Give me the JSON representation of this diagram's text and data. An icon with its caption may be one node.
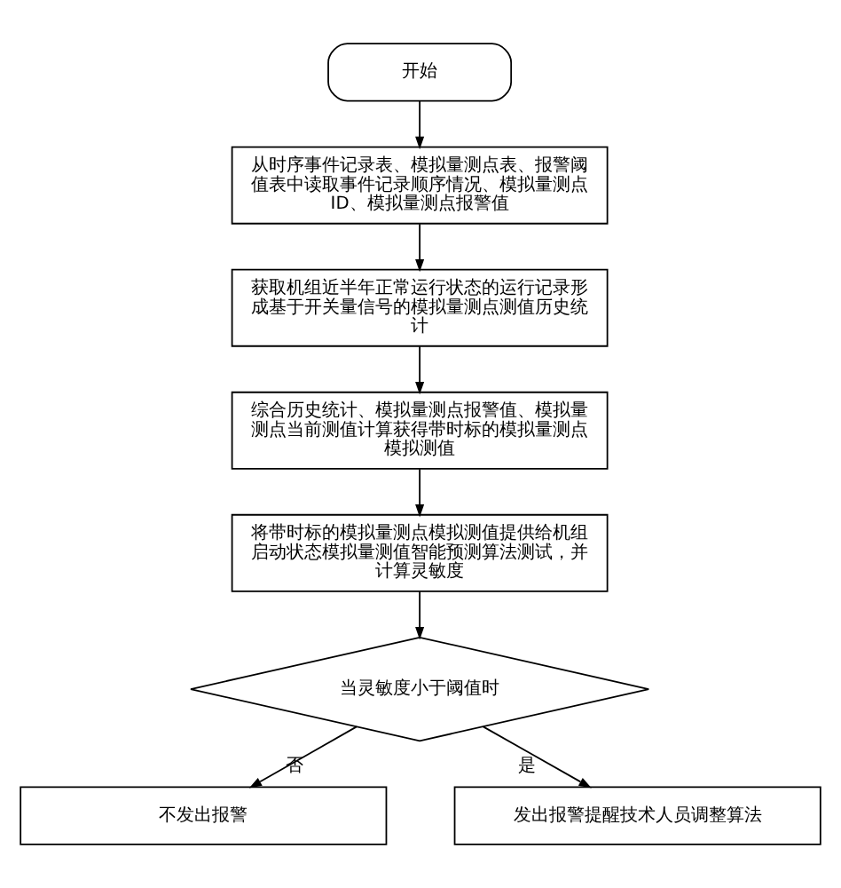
{
  "diagram": {
    "nodes": [
      {
        "text": [
          "开始"
        ]
      },
      {
        "text": [
          "从时序事件记录表、模拟量测点表、报警阈值表中读取事件记录顺序情况、模拟量测点ID、模拟量测点报警值"
        ]
      },
      {
        "text": [
          "获取机组近半年正常运行状态的运行记录形成基于开关量信号的模拟量测点测值历史统计"
        ]
      },
      {
        "text": [
          "综合历史统计、模拟量测点报警值、模拟量测点当前测值计算获得带时标的模拟量测点模拟测值"
        ]
      },
      {
        "text": [
          "将带时标的模拟量测点模拟测值提供给机组启动状态模拟量测值智能预测算法测试，并计算灵敏度"
        ]
      },
      {
        "text": [
          "当灵敏度小于阈值时"
        ]
      },
      {
        "text": [
          "不发出报警"
        ]
      },
      {
        "text": [
          "发出报警提醒技术人员调整算法"
        ]
      }
    ],
    "edges": [
      {
        "from": 0,
        "to": 1,
        "arrow": "to"
      },
      {
        "from": 1,
        "to": 2,
        "arrow": "to"
      },
      {
        "from": 2,
        "to": 3,
        "arrow": "to"
      },
      {
        "from": 3,
        "to": 4,
        "arrow": "to"
      },
      {
        "from": 4,
        "to": 5,
        "arrow": "to"
      },
      {
        "from": 5,
        "to": 6,
        "arrow": "to",
        "label": "否"
      },
      {
        "from": 5,
        "to": 7,
        "arrow": "to",
        "label": "是"
      }
    ]
  }
}
